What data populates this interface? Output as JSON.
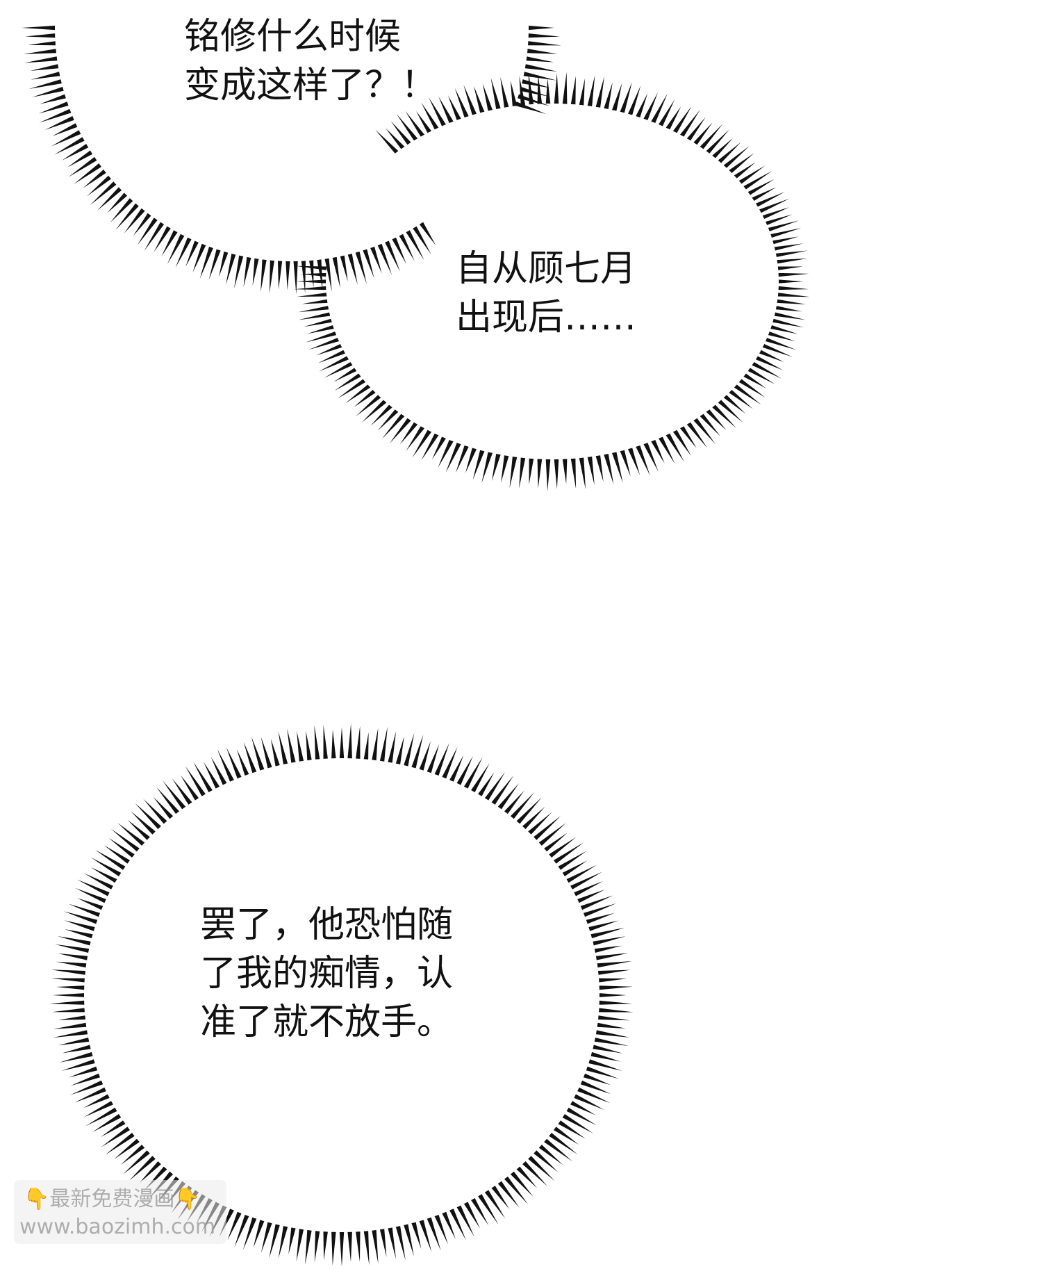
{
  "bubbles": [
    {
      "lines": [
        "铭修什么时候",
        "变成这样了？！"
      ]
    },
    {
      "lines": [
        "自从顾七月",
        "出现后……"
      ]
    },
    {
      "lines": [
        "罢了，他恐怕随",
        "了我的痴情，认",
        "准了就不放手。"
      ]
    }
  ],
  "watermark": {
    "line1_icon": "👇",
    "line1_text": "最新免费漫画",
    "line1_icon_end": "👇",
    "line2_text": "www.baozimh.com"
  },
  "colors": {
    "background": "#ffffff",
    "ink": "#111111",
    "watermark_icon": "#f2b720"
  }
}
